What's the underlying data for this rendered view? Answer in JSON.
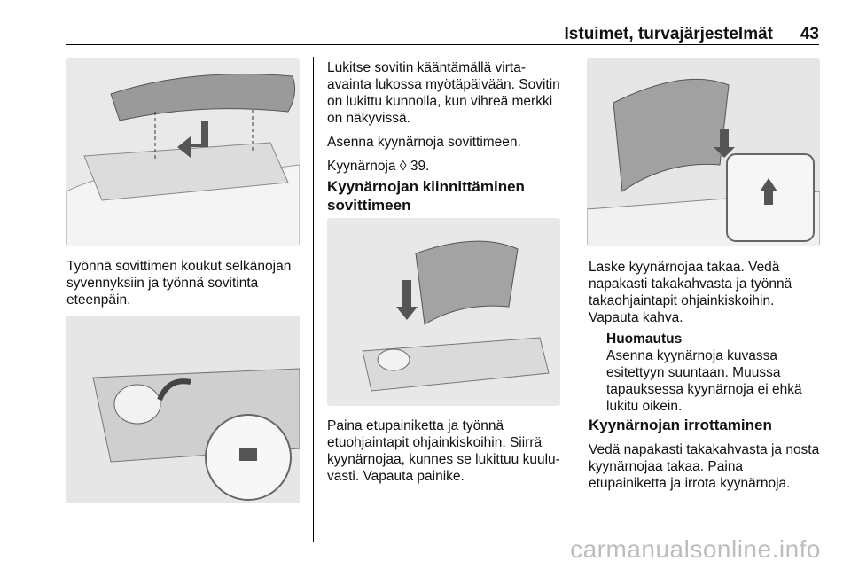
{
  "header": {
    "title": "Istuimet, turvajärjestelmät",
    "page_number": "43"
  },
  "col1": {
    "caption1": "Työnnä sovittimen koukut selkänojan syvennyksiin ja työnnä sovitinta eteenpäin."
  },
  "col2": {
    "para1": "Lukitse sovitin kääntämällä virta-avainta lukossa myötäpäivään. Sovitin on lukittu kunnolla, kun vihreä merkki on näkyvissä.",
    "para2": "Asenna kyynärnoja sovittimeen.",
    "para3": "Kyynärnoja ◊ 39.",
    "heading": "Kyynärnojan kiinnittäminen sovittimeen",
    "caption": "Paina etupainiketta ja työnnä etuohjaintapit ohjainkiskoihin. Siirrä kyynärnojaa, kunnes se lukittuu kuulu­vasti. Vapauta painike."
  },
  "col3": {
    "para1": "Laske kyynärnojaa takaa. Vedä napakasti takakahvasta ja työnnä takaohjaintapit ohjainkiskoihin. Vapauta kahva.",
    "note_title": "Huomautus",
    "note_text": "Asenna kyynärnoja kuvassa esitettyyn suuntaan. Muussa tapauksessa kyynärnoja ei ehkä lukitu oikein.",
    "heading": "Kyynärnojan irrottaminen",
    "para2": "Vedä napakasti takakahvasta ja nosta kyynärnojaa takaa. Paina etupainiketta ja irrota kyynärnoja."
  },
  "watermark": "carmanualsonline.info"
}
